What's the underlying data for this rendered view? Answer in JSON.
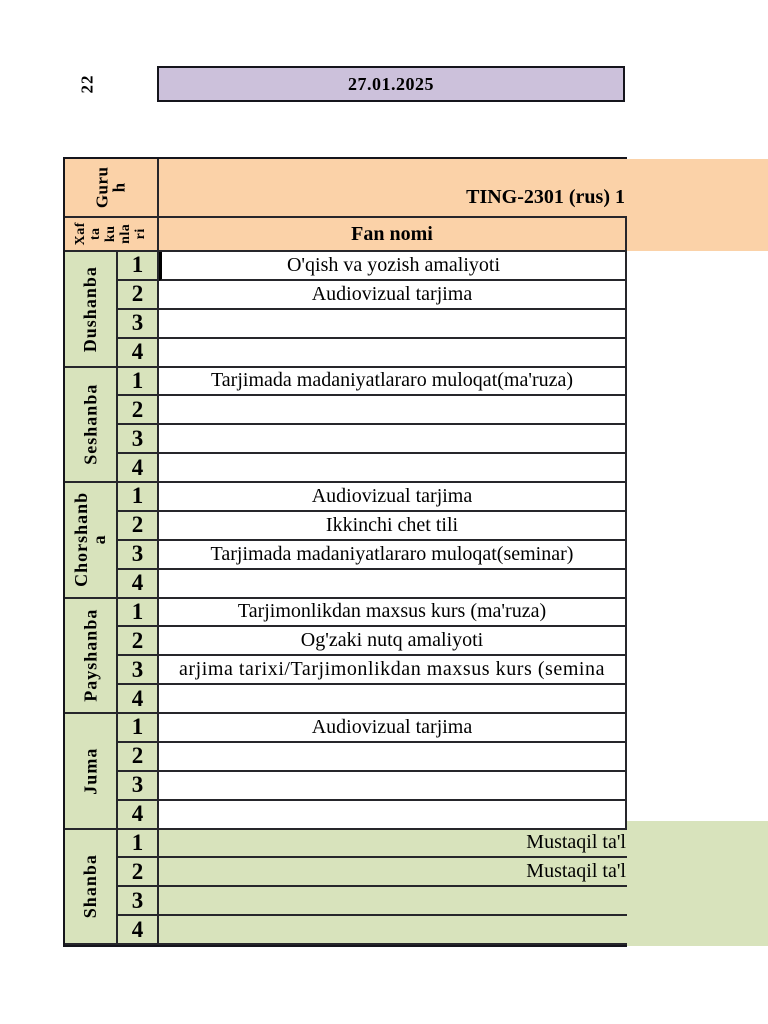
{
  "colors": {
    "purple": "#CCC1DB",
    "orange": "#FBD2A8",
    "green": "#D8E3BC",
    "border": "#26262B"
  },
  "page": {
    "sheet_number": "22",
    "date": "27.01.2025"
  },
  "table": {
    "group_axis_label": "Guru\nh",
    "week_axis_label": "Xaf\nta\nku\nnla\nri",
    "group_header": "TING-2301 (rus) 1",
    "subject_col_header": "Fan nomi",
    "row_numbers": [
      "1",
      "2",
      "3",
      "4"
    ],
    "days": [
      {
        "name": "Dushanba",
        "lessons": [
          "O'qish va yozish amaliyoti",
          "Audiovizual tarjima",
          "",
          ""
        ]
      },
      {
        "name": "Seshanba",
        "lessons": [
          "Tarjimada madaniyatlararo muloqat(ma'ruza)",
          "",
          "",
          ""
        ]
      },
      {
        "name": "Chorshanb\na",
        "lessons": [
          "Audiovizual tarjima",
          "Ikkinchi chet tili",
          "Tarjimada madaniyatlararo muloqat(seminar)",
          ""
        ]
      },
      {
        "name": "Payshanba",
        "lessons": [
          "Tarjimonlikdan maxsus kurs (ma'ruza)",
          "Og'zaki nutq amaliyoti",
          "arjima tarixi/Tarjimonlikdan maxsus kurs (semina",
          ""
        ]
      },
      {
        "name": "Juma",
        "lessons": [
          "Audiovizual tarjima",
          "",
          "",
          ""
        ]
      },
      {
        "name": "Shanba",
        "lessons": [
          "Mustaqil ta'l",
          "Mustaqil ta'l",
          "",
          ""
        ]
      }
    ]
  }
}
